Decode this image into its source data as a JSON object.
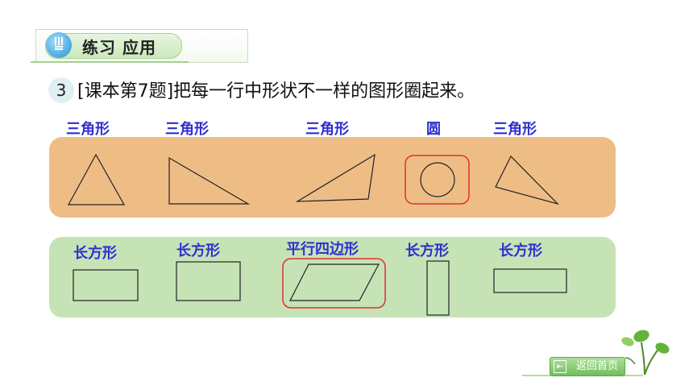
{
  "header": {
    "title": "练习 应用"
  },
  "question": {
    "number": "3",
    "text": "[课本第7题]把每一行中形状不一样的图形圈起来。"
  },
  "row1": {
    "labels": [
      "三角形",
      "三角形",
      "三角形",
      "圆",
      "三角形"
    ]
  },
  "row2": {
    "labels": [
      "长方形",
      "长方形",
      "平行四边形",
      "长方形",
      "长方形"
    ]
  },
  "nav": {
    "return_label": "返回首页"
  },
  "colors": {
    "label_blue": "#2f2fd0",
    "orange_panel": "#eebd86",
    "green_panel": "#c6e3b6",
    "circle_mark": "#e03030"
  }
}
